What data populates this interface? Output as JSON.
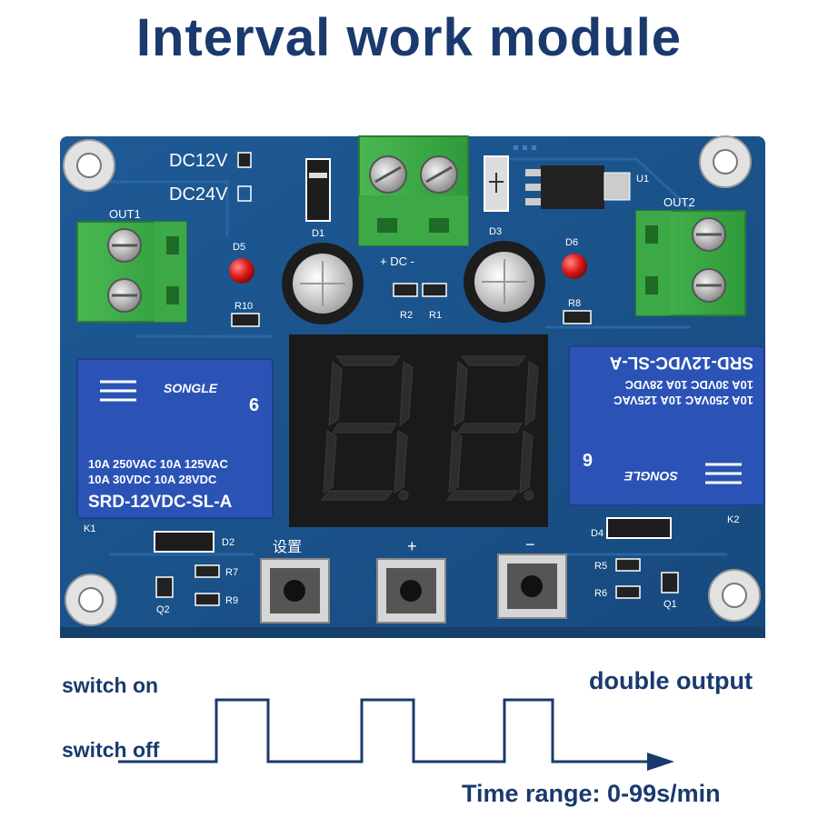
{
  "title": "Interval work module",
  "board": {
    "power_options": [
      "DC12V",
      "DC24V"
    ],
    "outputs": [
      "OUT1",
      "OUT2"
    ],
    "dc_label": "+ DC -",
    "components": {
      "diodes": [
        "D1",
        "D3"
      ],
      "leds": [
        "D5",
        "D6"
      ],
      "resistors": [
        "R10",
        "R2",
        "R1",
        "R8",
        "R7",
        "R9",
        "R5",
        "R6"
      ],
      "regulator": "U1",
      "transistors": [
        "Q2",
        "Q1"
      ],
      "relays_ref": [
        "K1",
        "K2"
      ],
      "other_diodes": [
        "D2",
        "D4"
      ]
    },
    "relay": {
      "brand": "SONGLE",
      "ratings_1": "10A 250VAC  10A 125VAC",
      "ratings_2": "10A  30VDC  10A  28VDC",
      "model": "SRD-12VDC-SL-A",
      "pin_count": "6"
    },
    "display": {
      "digits": 2,
      "shown": "8.8."
    },
    "buttons": [
      {
        "label": "设置"
      },
      {
        "label": "+"
      },
      {
        "label": "−"
      }
    ],
    "colors": {
      "pcb": "#1b4f86",
      "terminal": "#3fae49",
      "relay": "#2b53b6",
      "led": "#e01919"
    }
  },
  "timing": {
    "switch_on": "switch on",
    "switch_off": "switch off",
    "double_output": "double output",
    "time_range": "Time range: 0-99s/min"
  }
}
